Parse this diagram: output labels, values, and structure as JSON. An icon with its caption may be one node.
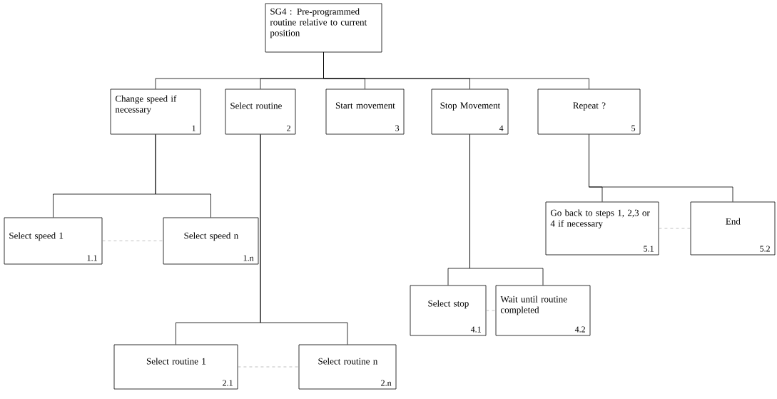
{
  "diagram": {
    "nodes": [
      {
        "text": [
          "SG4 : Pre-programmed routine relative to current position"
        ]
      },
      {
        "text": [
          "Change speed if necessary",
          "1"
        ]
      },
      {
        "text": [
          "Select routine",
          "2"
        ]
      },
      {
        "text": [
          "Start movement",
          "3"
        ]
      },
      {
        "text": [
          "Stop Movement",
          "4"
        ]
      },
      {
        "text": [
          "Repeat ?",
          "5"
        ]
      },
      {
        "text": [
          "Select speed 1",
          "1.1"
        ]
      },
      {
        "text": [
          "Select speed  n",
          "1.n"
        ]
      },
      {
        "text": [
          "Select routine 1",
          "2.1"
        ]
      },
      {
        "text": [
          "Select routine  n",
          "2.n"
        ]
      },
      {
        "text": [
          "Select stop",
          "4.1"
        ]
      },
      {
        "text": [
          "Wait until routine completed",
          "4.2"
        ]
      },
      {
        "text": [
          "Go back to steps  1, 2,3 or 4 if necessary",
          "5.1"
        ]
      },
      {
        "text": [
          "End",
          "5.2"
        ]
      }
    ],
    "edges": [
      {
        "from": 0,
        "to": 1,
        "arrow": "none"
      },
      {
        "from": 0,
        "to": 2,
        "arrow": "none"
      },
      {
        "from": 0,
        "to": 3,
        "arrow": "none"
      },
      {
        "from": 0,
        "to": 4,
        "arrow": "none"
      },
      {
        "from": 0,
        "to": 5,
        "arrow": "none"
      },
      {
        "from": 1,
        "to": 6,
        "arrow": "none"
      },
      {
        "from": 1,
        "to": 7,
        "arrow": "none"
      },
      {
        "from": 2,
        "to": 8,
        "arrow": "none"
      },
      {
        "from": 2,
        "to": 9,
        "arrow": "none"
      },
      {
        "from": 4,
        "to": 10,
        "arrow": "none"
      },
      {
        "from": 4,
        "to": 11,
        "arrow": "none"
      },
      {
        "from": 5,
        "to": 12,
        "arrow": "none"
      },
      {
        "from": 5,
        "to": 13,
        "arrow": "none"
      },
      {
        "from": 6,
        "to": 7,
        "arrow": "none",
        "style": "dashed",
        "color": "#999999"
      },
      {
        "from": 8,
        "to": 9,
        "arrow": "none",
        "style": "dashed",
        "color": "#999999"
      },
      {
        "from": 10,
        "to": 11,
        "arrow": "none",
        "style": "dashed",
        "color": "#999999"
      },
      {
        "from": 12,
        "to": 13,
        "arrow": "none",
        "style": "dashed",
        "color": "#999999"
      }
    ]
  }
}
